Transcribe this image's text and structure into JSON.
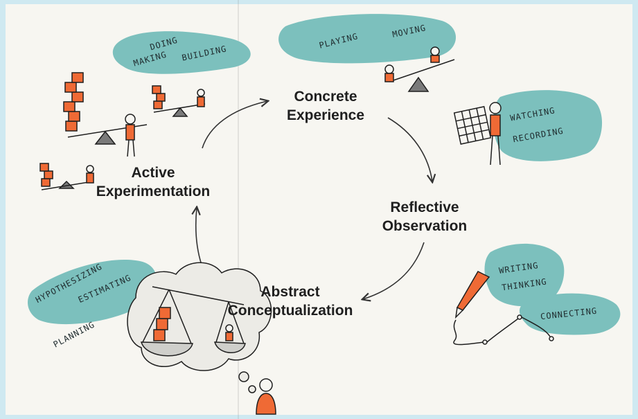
{
  "stages": {
    "concrete": "Concrete Experience",
    "reflective": "Reflective Observation",
    "abstract": "Abstract Conceptualization",
    "active": "Active Experimentation"
  },
  "notes": {
    "active_1": "DOING",
    "active_2": "MAKING",
    "active_3": "BUILDING",
    "concrete_1": "PLAYING",
    "concrete_2": "MOVING",
    "reflective_1": "WATCHING",
    "reflective_2": "RECORDING",
    "writing": "WRITING",
    "thinking": "THINKING",
    "connecting": "CONNECTING",
    "abstract_1": "HYPOTHESIZING",
    "abstract_2": "ESTIMATING",
    "abstract_3": "PLANNING"
  },
  "colors": {
    "teal": "#7cc0bd",
    "orange": "#ef6a35",
    "ink": "#1f1f1f",
    "grey": "#7a7a7a"
  }
}
